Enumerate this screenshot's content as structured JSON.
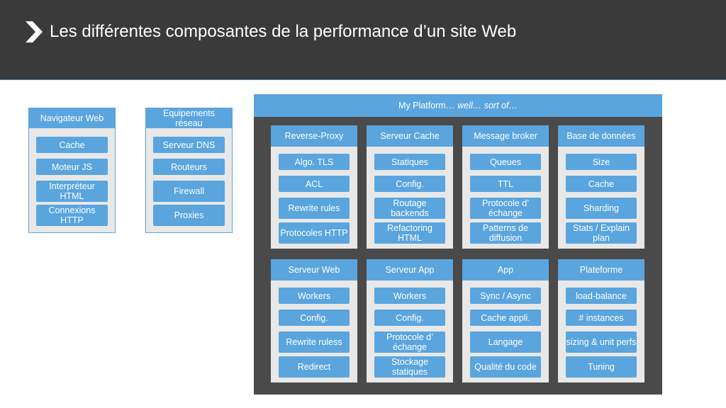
{
  "header": {
    "title": "Les différentes composantes de la performance d’un site Web",
    "icon": "chevron-right-icon",
    "background": "#3a3a3a"
  },
  "colors": {
    "accent": "#5aa5de",
    "panel_bg": "#e8e8e8",
    "platform_bg": "#4a4a4a"
  },
  "browser": {
    "title": "Navigateur Web",
    "items": [
      "Cache",
      "Moteur JS",
      "Interpréteur HTML",
      "Connexions HTTP"
    ]
  },
  "network": {
    "title": "Equipements réseau",
    "items": [
      "Serveur DNS",
      "Routeurs",
      "Firewall",
      "Proxies"
    ]
  },
  "platform": {
    "title": "My Platform…",
    "subtitle": "well… sort of…",
    "boxes": [
      {
        "title": "Reverse-Proxy",
        "items": [
          "Algo. TLS",
          "ACL",
          "Rewrite rules",
          "Protocoles HTTP"
        ]
      },
      {
        "title": "Serveur Cache",
        "items": [
          "Statiques",
          "Config.",
          "Routage backends",
          "Refactoring HTML"
        ]
      },
      {
        "title": "Message broker",
        "items": [
          "Queues",
          "TTL",
          "Protocole d’ échange",
          "Patterns de diffusion"
        ]
      },
      {
        "title": "Base de données",
        "items": [
          "Size",
          "Cache",
          "Sharding",
          "Stats / Explain plan"
        ]
      },
      {
        "title": "Serveur Web",
        "items": [
          "Workers",
          "Config.",
          "Rewrite ruless",
          "Redirect"
        ]
      },
      {
        "title": "Serveur App",
        "items": [
          "Workers",
          "Config.",
          "Protocole d’ échange",
          "Stockage statiques"
        ]
      },
      {
        "title": "App",
        "items": [
          "Sync / Async",
          "Cache appli.",
          "Langage",
          "Qualité du code"
        ]
      },
      {
        "title": "Plateforme",
        "items": [
          "load-balance",
          "# instances",
          "sizing & unit perfs",
          "Tuning"
        ]
      }
    ]
  }
}
